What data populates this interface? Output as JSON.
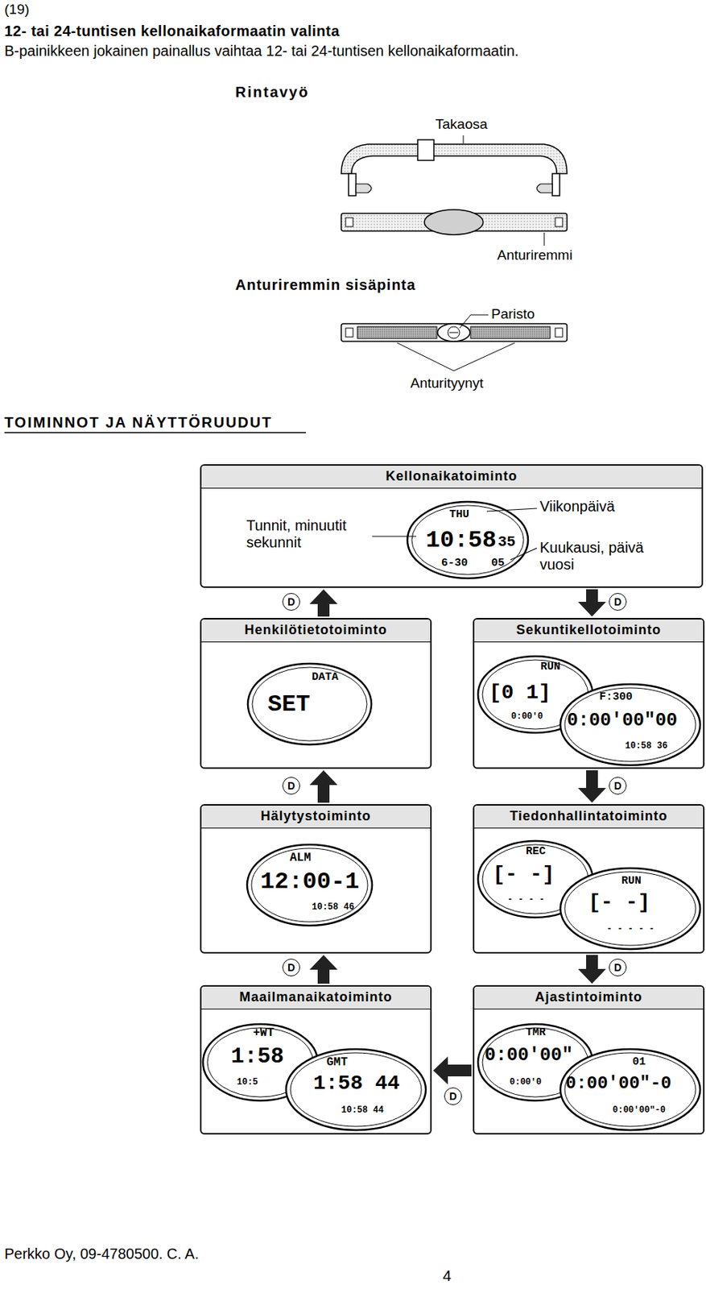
{
  "diagram": {
    "title": "12- tai 24-tuntisen kellonaikaformaatin valinta",
    "nodes": [
      {
        "text": [
          "Kellonaikatoiminto",
          "THU",
          "10:58",
          "35",
          "6-30",
          "05",
          "Tunnit, minuutit sekunnit",
          "Viikonpäivä",
          "Kuukausi, päivä vuosi"
        ]
      },
      {
        "text": [
          "Henkilötietotoiminto",
          "DATA",
          "SET"
        ]
      },
      {
        "text": [
          "Sekuntikellotoiminto",
          "RUN",
          "[0 1]",
          "0:00'0",
          "F:300",
          "0:00'00\"00",
          "10:58 36"
        ]
      },
      {
        "text": [
          "Hälytystoiminto",
          "ALM",
          "12:00-1",
          "10:58 46"
        ]
      },
      {
        "text": [
          "Tiedonhallintatoiminto",
          "REC",
          "[- -]",
          "- - - -",
          "RUN",
          "[- -]",
          "- - -  - -"
        ]
      },
      {
        "text": [
          "Maailmanaikatoiminto",
          "+WT",
          "1:58",
          "10:5",
          "GMT",
          "1:58 44",
          "10:58 44"
        ]
      },
      {
        "text": [
          "Ajastintoiminto",
          "TMR",
          "0:00'00\"",
          "0:00'0",
          "01",
          "0:00'00\"-0",
          "0:00'00\"-0"
        ]
      }
    ],
    "edges": [
      {
        "from": 0,
        "to": 2,
        "label": "D",
        "arrow": "to"
      },
      {
        "from": 2,
        "to": 4,
        "label": "D",
        "arrow": "to"
      },
      {
        "from": 4,
        "to": 6,
        "label": "D",
        "arrow": "to"
      },
      {
        "from": 6,
        "to": 5,
        "label": "D",
        "arrow": "to"
      },
      {
        "from": 5,
        "to": 3,
        "label": "D",
        "arrow": "to"
      },
      {
        "from": 3,
        "to": 1,
        "label": "D",
        "arrow": "to"
      },
      {
        "from": 1,
        "to": 0,
        "label": "D",
        "arrow": "to"
      }
    ],
    "labels": [
      "(19)",
      "B-painikkeen jokainen painallus vaihtaa 12- tai 24-tuntisen kellonaikaformaatin.",
      "Rintavyö",
      "Takaosa",
      "Anturiremmi",
      "Anturiremmin sisäpinta",
      "Paristo",
      "Anturityynyt",
      "TOIMINNOT JA NÄYTTÖRUUDUT",
      "Perkko Oy, 09-4780500. C. A.",
      "4"
    ]
  }
}
